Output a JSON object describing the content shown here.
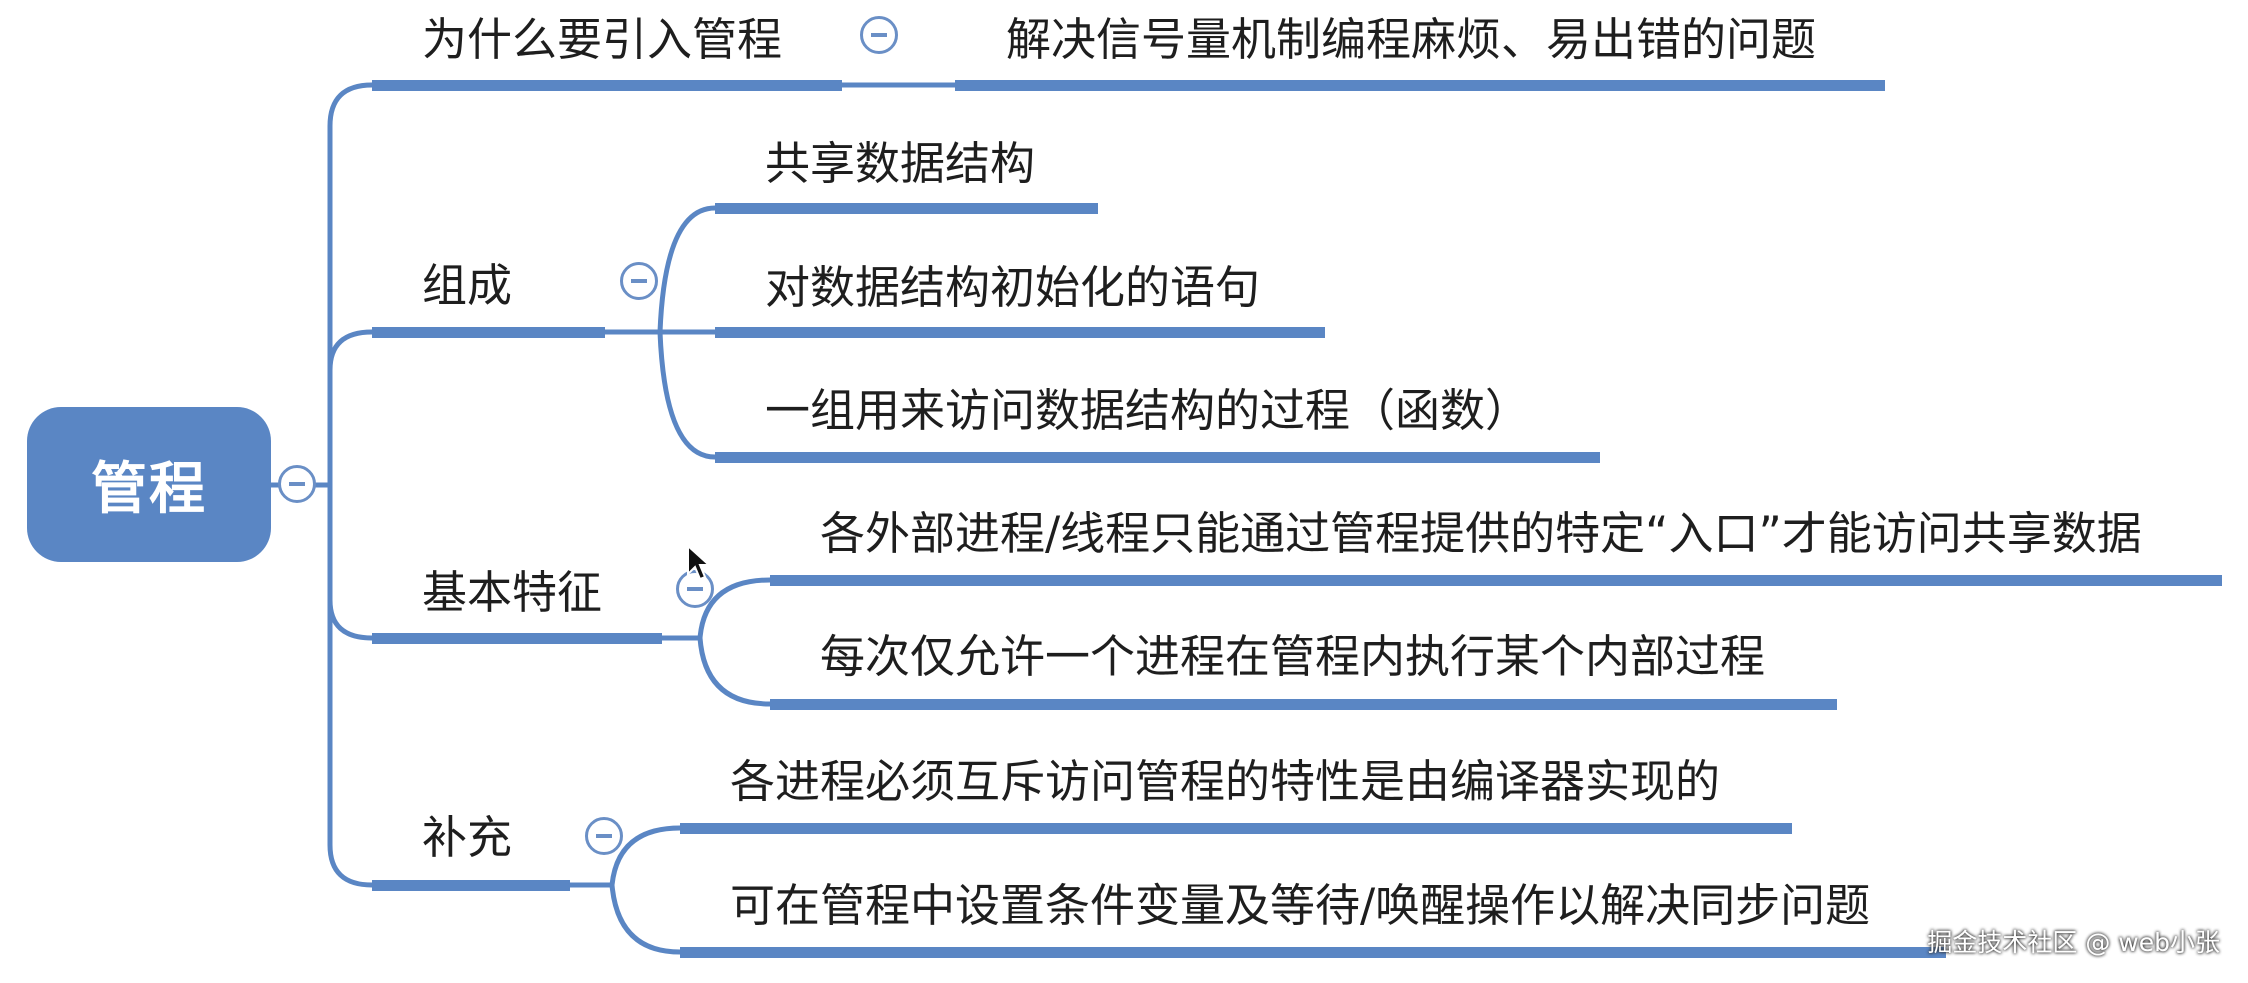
{
  "root": {
    "label": "管程"
  },
  "colors": {
    "branch": "#5a86c4",
    "root_fill": "#5a86c4",
    "root_text": "#ffffff"
  },
  "branches": [
    {
      "label": "为什么要引入管程",
      "children": [
        "解决信号量机制编程麻烦、易出错的问题"
      ]
    },
    {
      "label": "组成",
      "children": [
        "共享数据结构",
        "对数据结构初始化的语句",
        "一组用来访问数据结构的过程（函数）"
      ]
    },
    {
      "label": "基本特征",
      "children": [
        "各外部进程/线程只能通过管程提供的特定“入口”才能访问共享数据",
        "每次仅允许一个进程在管程内执行某个内部过程"
      ]
    },
    {
      "label": "补充",
      "children": [
        "各进程必须互斥访问管程的特性是由编译器实现的",
        "可在管程中设置条件变量及等待/唤醒操作以解决同步问题"
      ]
    }
  ],
  "watermark": "掘金技术社区 @ web小张",
  "icons": {
    "collapse": "minus-circle-icon",
    "cursor": "mouse-pointer-icon"
  }
}
